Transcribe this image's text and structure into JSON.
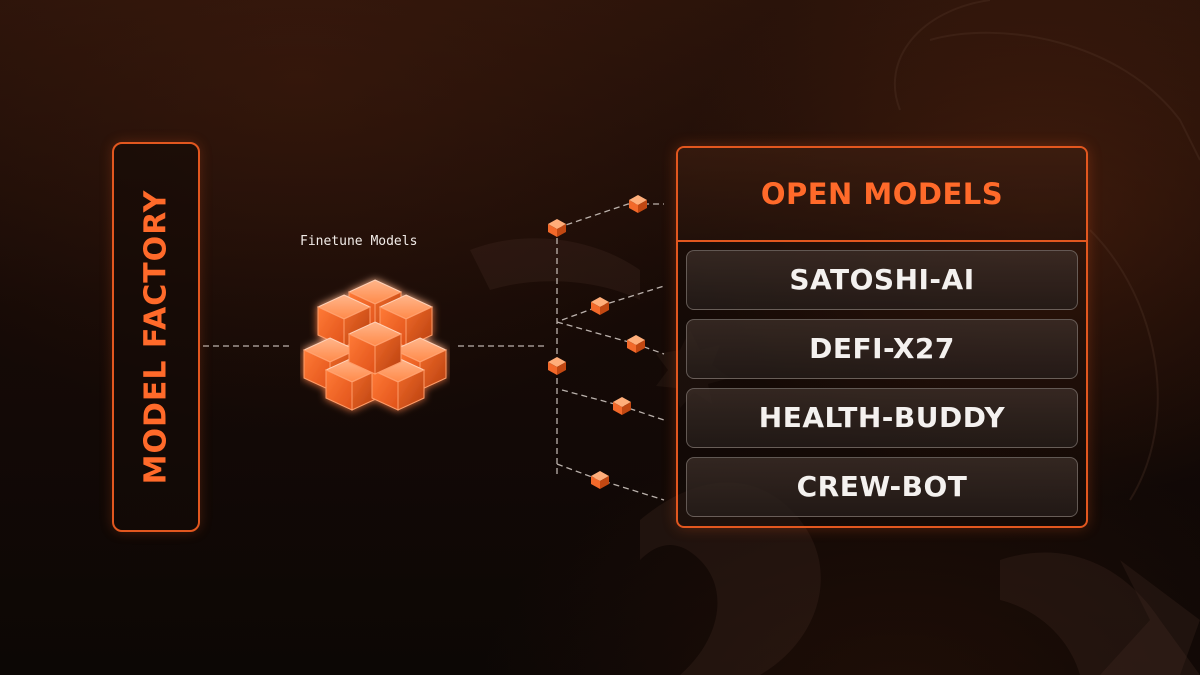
{
  "factory": {
    "title": "MODEL FACTORY"
  },
  "finetune": {
    "label": "Finetune Models"
  },
  "open_models": {
    "title": "OPEN MODELS",
    "models": [
      "SATOSHI-AI",
      "DEFI-X27",
      "HEALTH-BUDDY",
      "CREW-BOT"
    ]
  },
  "colors": {
    "accent": "#ff6a2a",
    "border": "#e2571f",
    "cube": "#ff8a4a",
    "text": "#f4f1ef",
    "background": "#140a06"
  },
  "icons": [
    "mini-cube-icon",
    "cube-cluster-icon",
    "mascot-watermark"
  ]
}
